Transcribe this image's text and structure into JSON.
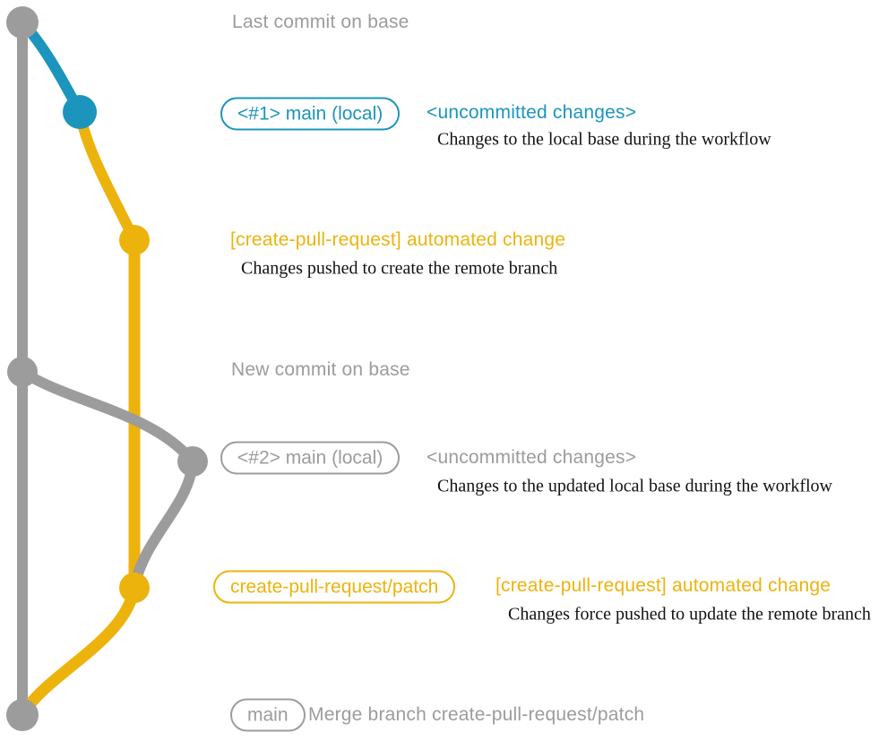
{
  "colors": {
    "gray": "#9c9c9c",
    "blue": "#1b95bd",
    "yellow": "#edb30d",
    "ink": "#121212",
    "background": "#ffffff"
  },
  "milestones": {
    "last_commit_on_base": "Last commit on base",
    "new_commit_on_base": "New commit on base"
  },
  "rows": [
    {
      "badge": "<#1> main (local)",
      "heading": "<uncommitted changes>",
      "description": "Changes to the local base during the workflow"
    },
    {
      "heading": "[create-pull-request] automated change",
      "description": "Changes pushed to create the remote branch"
    },
    {
      "badge": "<#2> main (local)",
      "heading": "<uncommitted changes>",
      "description": "Changes to the updated local base during the workflow"
    },
    {
      "badge": "create-pull-request/patch",
      "heading": "[create-pull-request] automated change",
      "description": "Changes force pushed to update the remote branch"
    },
    {
      "badge": "main",
      "heading": "Merge branch create-pull-request/patch"
    }
  ],
  "graph": {
    "branches": [
      {
        "name": "base",
        "color": "gray"
      },
      {
        "name": "main (local)",
        "color": "blue"
      },
      {
        "name": "create-pull-request/patch",
        "color": "yellow"
      }
    ],
    "commits": [
      {
        "name": "last-commit-on-base",
        "branch": "base",
        "color": "gray"
      },
      {
        "name": "uncommitted-changes-1",
        "branch": "main (local)",
        "color": "blue"
      },
      {
        "name": "automated-change-1",
        "branch": "create-pull-request/patch",
        "color": "yellow"
      },
      {
        "name": "new-commit-on-base",
        "branch": "base",
        "color": "gray"
      },
      {
        "name": "uncommitted-changes-2",
        "branch": "main (local)",
        "color": "gray"
      },
      {
        "name": "automated-change-2",
        "branch": "create-pull-request/patch",
        "color": "yellow"
      },
      {
        "name": "merge-commit",
        "branch": "base",
        "color": "gray"
      }
    ]
  }
}
